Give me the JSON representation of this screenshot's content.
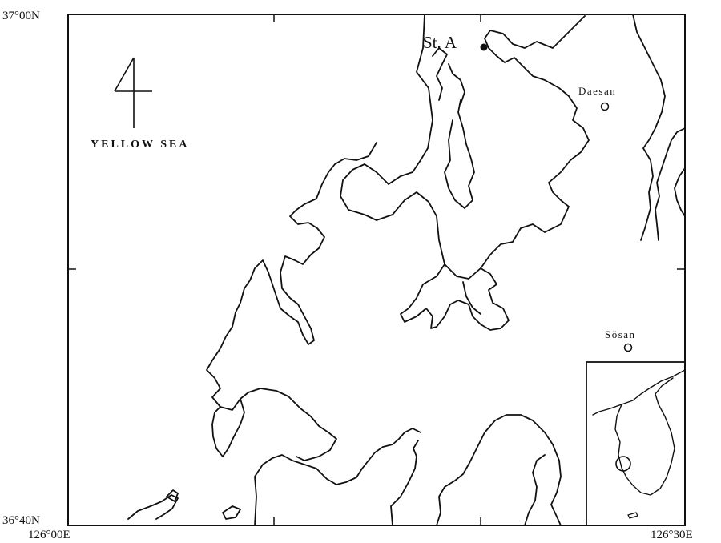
{
  "map": {
    "lat_top": "37°00N",
    "lat_bottom": "36°40N",
    "lon_left": "126°00E",
    "lon_right": "126°30E",
    "sea_label": "YELLOW SEA",
    "station_label": "St. A",
    "places": {
      "daesan": "Daesan",
      "sosan": "Sŏsan"
    },
    "north_arrow_glyph": "4"
  },
  "colors": {
    "line": "#111111",
    "background": "#ffffff"
  }
}
